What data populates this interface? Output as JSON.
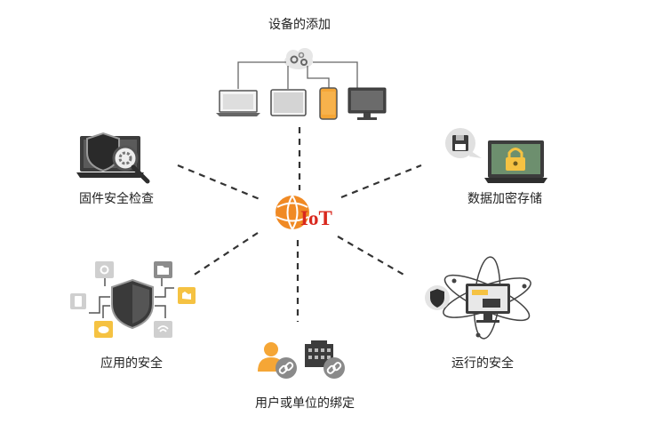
{
  "center": {
    "text": "IoT",
    "icon": "iot-globe-logo",
    "colors": {
      "orange": "#f08a24",
      "red": "#d9281e"
    }
  },
  "nodes": [
    {
      "id": "device-add",
      "label": "设备的添加",
      "icon": "cloud-connected-devices-icon"
    },
    {
      "id": "firmware-check",
      "label": "固件安全检查",
      "icon": "laptop-shield-magnifier-icon"
    },
    {
      "id": "data-encrypt",
      "label": "数据加密存储",
      "icon": "laptop-lock-floppy-icon"
    },
    {
      "id": "app-security",
      "label": "应用的安全",
      "icon": "shield-app-permissions-icon"
    },
    {
      "id": "run-security",
      "label": "运行的安全",
      "icon": "monitor-orbit-shield-icon"
    },
    {
      "id": "binding",
      "label": "用户或单位的绑定",
      "icon": "user-building-link-icon"
    }
  ],
  "colors": {
    "dark": "#3b3b3b",
    "gray": "#9a9a9a",
    "light": "#d8d8d8",
    "yellow": "#f5c242",
    "orange": "#f7a33a",
    "dash": "#333333"
  }
}
